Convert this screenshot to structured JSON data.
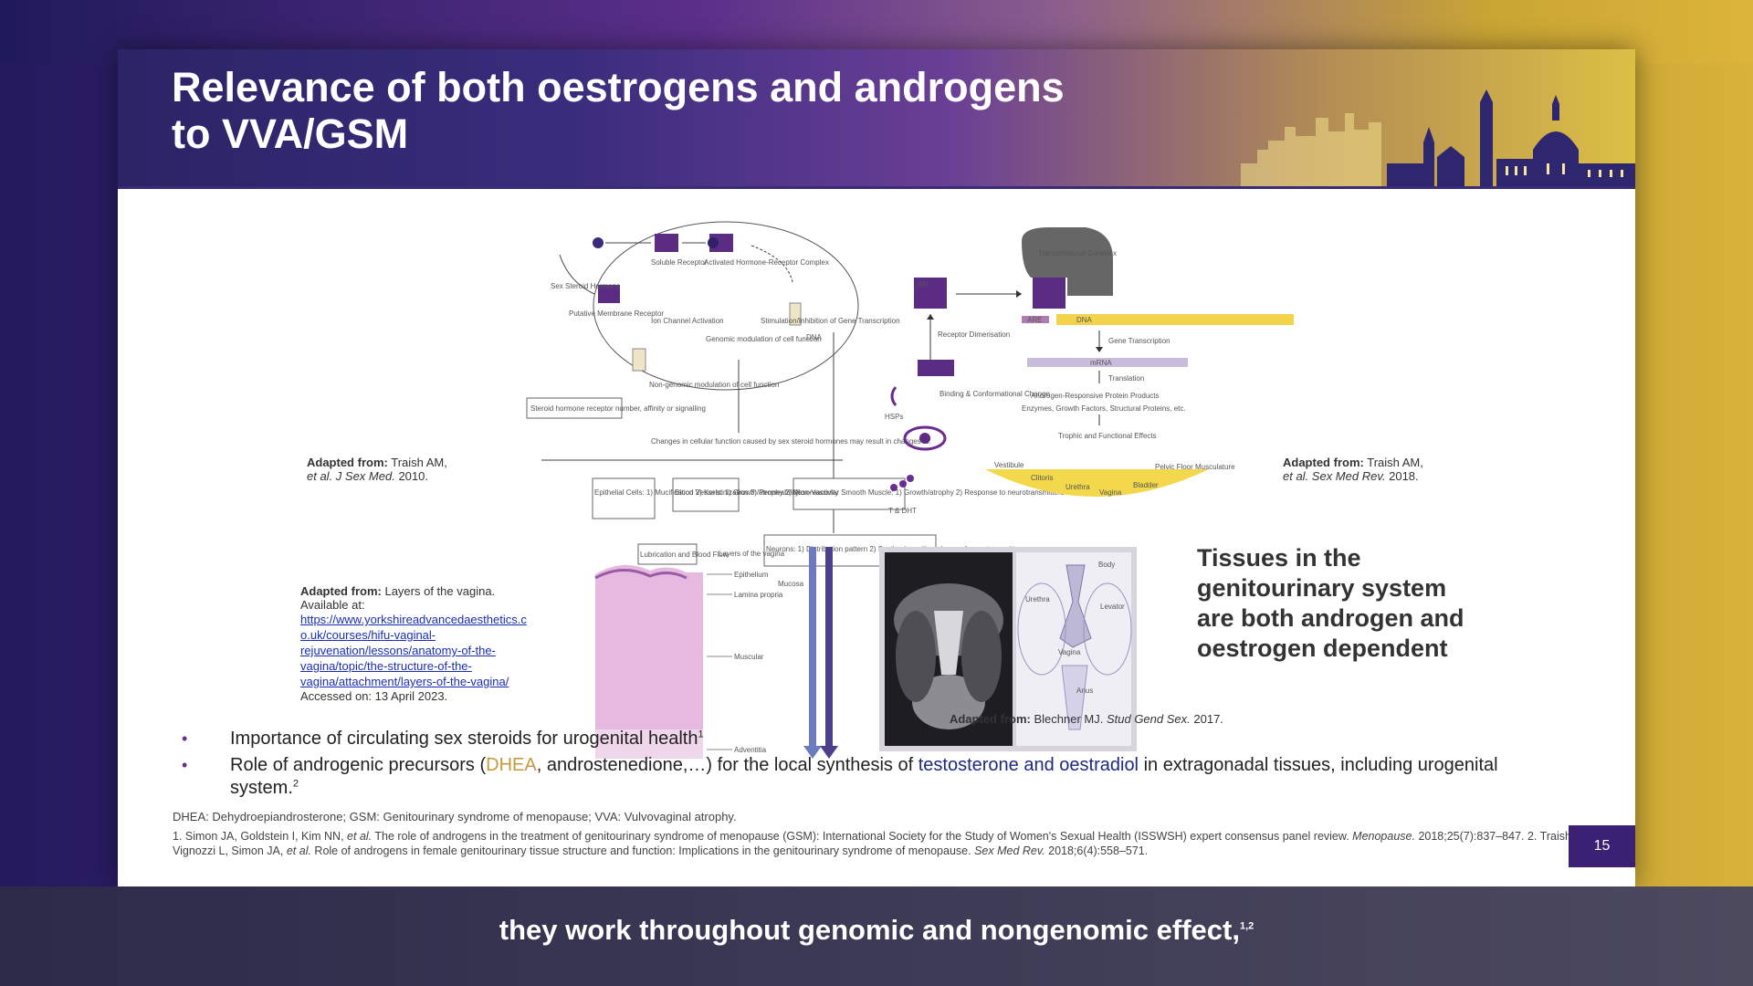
{
  "slide": {
    "title_line1": "Relevance of both oestrogens and androgens",
    "title_line2": "to VVA/GSM",
    "page_number": "15"
  },
  "figures": {
    "fig1_caption_bold": "Adapted from:",
    "fig1_caption_line1": "Traish AM,",
    "fig1_caption_line2_italic": "et al. J Sex Med.",
    "fig1_caption_line2_rest": "2010.",
    "fig1_labels": {
      "sex_steroid": "Sex Steroid Hormone",
      "soluble_receptor": "Soluble Receptor",
      "activated_complex": "Activated Hormone-Receptor Complex",
      "ion_channel": "Ion Channel Activation",
      "stimulation": "Stimulation/Inhibition of Gene Transcription",
      "putative_receptor": "Putative Membrane Receptor",
      "genomic": "Genomic modulation of cell function",
      "dna": "DNA",
      "nongenomic": "Non-genomic modulation of cell function",
      "steroid_receptor": "Steroid hormone receptor number, affinity or signalling",
      "changes": "Changes in cellular function caused by sex steroid hormones may result in changes to:",
      "epithelial": "Epithelial Cells: 1) Mucification 2) Keratinization 3) Permeability",
      "blood_vessels": "Blood Vessels: 1) Growth/atrophy 2) Vasoreactivity",
      "smooth_muscle": "Non-Vascular Smooth Muscle: 1) Growth/atrophy 2) Response to neurotransmitters",
      "lubrication": "Lubrication and Blood Flow",
      "neurons": "Neurons: 1) Distribution pattern 2) Synthesis and/or release of neurotransmitters"
    },
    "fig2_caption_bold": "Adapted from:",
    "fig2_caption_line1": "Traish AM,",
    "fig2_caption_line2_italic": "et al. Sex Med Rev.",
    "fig2_caption_line2_rest": "2018.",
    "fig2_labels": {
      "transcription_complex": "Transcriptional Complex",
      "ar": "AR",
      "are": "ARE",
      "dna": "DNA",
      "receptor_dimer": "Receptor Dimerisation",
      "gene_transcription": "Gene Transcription",
      "mrna": "mRNA",
      "translation": "Translation",
      "hsps": "HSPs",
      "binding": "Binding & Conformational Change",
      "protein_products": "Androgen-Responsive Protein Products",
      "protein_examples": "Enzymes, Growth Factors, Structural Proteins, etc.",
      "trophic": "Trophic and Functional Effects",
      "t_dht": "T & DHT",
      "vestibule": "Vestibule",
      "clitoris": "Clitoris",
      "urethra": "Urethra",
      "vagina": "Vagina",
      "bladder": "Bladder",
      "pelvic_floor": "Pelvic Floor Musculature"
    },
    "fig3_title": "Layers of the vagina",
    "fig3_labels": {
      "epithelium": "Epithelium",
      "lamina": "Lamina propria",
      "mucosa": "Mucosa",
      "muscular": "Muscular",
      "adventitia": "Adventitia"
    },
    "fig3_caption_bold": "Adapted from:",
    "fig3_caption_line1": "Layers of the vagina.",
    "fig3_caption_line2": "Available at:",
    "fig3_link_lines": [
      "https://www.yorkshireadvancedaesthetics.c",
      "o.uk/courses/hifu-vaginal-",
      "rejuvenation/lessons/anatomy-of-the-",
      "vagina/topic/the-structure-of-the-",
      "vagina/attachment/layers-of-the-vagina/"
    ],
    "fig3_accessed": "Accessed on: 13 April 2023.",
    "fig4_labels": {
      "body": "Body",
      "urethra": "Urethra",
      "levator": "Levator",
      "vagina": "Vagina",
      "anus": "Anus"
    },
    "fig4_caption_bold": "Adapted from:",
    "fig4_caption_rest": "Blechner MJ.",
    "fig4_caption_italic": "Stud Gend Sex.",
    "fig4_caption_year": "2017.",
    "tissues_text": "Tissues in the genitourinary system are both androgen and oestrogen dependent"
  },
  "bullets": {
    "b1_text": "Importance of circulating sex steroids for urogenital health",
    "b1_sup": "1",
    "b2_pre": "Role of androgenic precursors (",
    "b2_dhea": "DHEA",
    "b2_mid": ", androstenedione,…) for the local synthesis of ",
    "b2_highlight": "testosterone and oestradiol",
    "b2_post": " in extragonadal tissues, including urogenital system.",
    "b2_sup": "2",
    "bullet_char": "•"
  },
  "footnotes": {
    "abbreviations": "DHEA: Dehydroepiandrosterone; GSM: Genitourinary syndrome of menopause; VVA: Vulvovaginal atrophy.",
    "ref1_pre": "1. Simon JA, Goldstein I, Kim NN, ",
    "etal": "et al.",
    "ref1_mid": " The role of androgens in the treatment of genitourinary syndrome of menopause (GSM): International Society for the Study of Women's Sexual Health (ISSWSH) expert consensus panel review. ",
    "ref1_journal": "Menopause.",
    "ref1_post": " 2018;25(7):837–847. 2. Traish AM, Vignozzi L, Simon JA, ",
    "ref2_mid": " Role of androgens in female genitourinary tissue structure and function: Implications in the genitourinary syndrome of menopause. ",
    "ref2_journal": "Sex Med Rev.",
    "ref2_post": " 2018;6(4):558–571."
  },
  "subtitle": {
    "text": "they work throughout genomic and nongenomic effect,",
    "sup": "1,2"
  },
  "colors": {
    "accent_purple": "#6a2c91",
    "navy": "#1d2a7c",
    "gold": "#c39a3e",
    "page_badge": "#3b2173"
  }
}
